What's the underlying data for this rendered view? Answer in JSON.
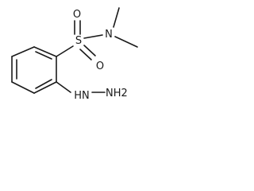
{
  "molecule": {
    "atoms": {
      "sulfur": "S",
      "oxygen_top": "O",
      "oxygen_bottom": "O",
      "nitrogen_amide": "N",
      "hydrazine_nh": "HN",
      "hydrazine_nh2": "NH2"
    },
    "colors": {
      "ink": "#1a1a1a",
      "background": "#ffffff"
    }
  }
}
